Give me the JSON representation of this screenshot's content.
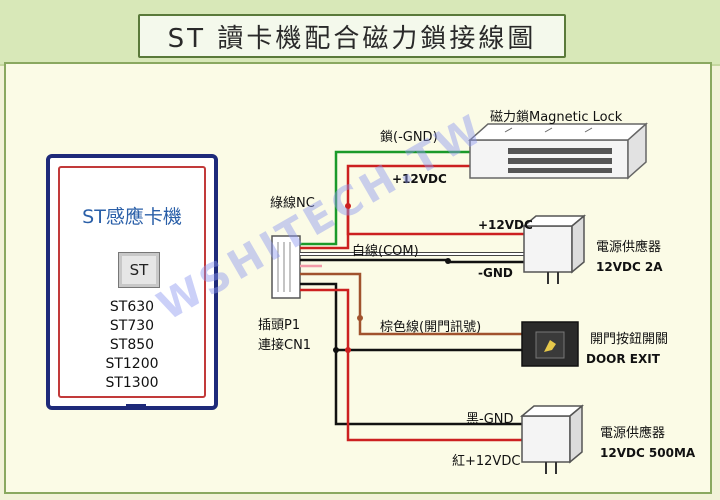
{
  "title": "ST 讀卡機配合磁力鎖接線圖",
  "reader": {
    "title": "ST感應卡機",
    "logo_text": "ST",
    "models": [
      "ST630",
      "ST730",
      "ST850",
      "ST1200",
      "ST1300"
    ]
  },
  "connector_label_line1": "插頭P1",
  "connector_label_line2": "連接CN1",
  "wires": {
    "green": "綠線NC",
    "white": "白線(COM)",
    "brown": "棕色線(開門訊號)"
  },
  "magnetic_lock": {
    "label": "磁力鎖Magnetic Lock",
    "neg": "鎖(-GND)",
    "pos": "+12VDC"
  },
  "power_supply_1": {
    "label": "電源供應器",
    "spec": "12VDC  2A",
    "pos": "+12VDC",
    "neg": "-GND"
  },
  "door_exit": {
    "label": "開門按鈕開關",
    "sub": "DOOR EXIT"
  },
  "power_supply_2": {
    "label": "電源供應器",
    "spec": "12VDC  500MA",
    "neg": "黑-GND",
    "pos": "紅+12VDC"
  },
  "watermark": "WSHITECH.TW",
  "colors": {
    "red": "#cc2020",
    "green": "#1a9a2a",
    "black": "#111111",
    "white_wire": "#ffffff",
    "brown": "#a0522d",
    "reader_border": "#1e2a7a"
  }
}
